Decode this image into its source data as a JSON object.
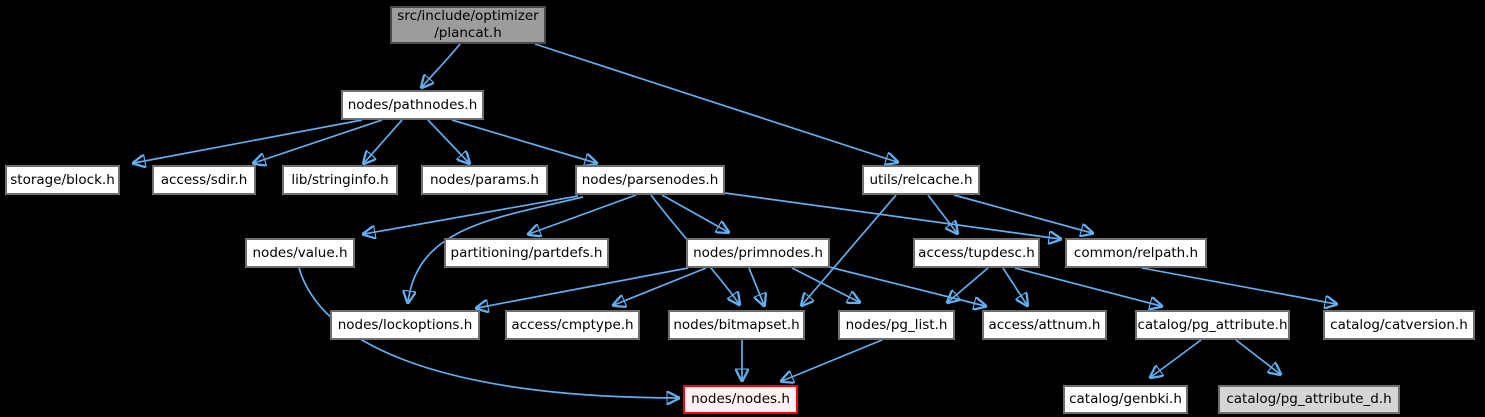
{
  "diagram": {
    "type": "include-dependency-graph",
    "background_color": "#000000",
    "edge_color": "#63aeef",
    "node_default_fill": "#ffffff",
    "node_default_border": "#6e6e6e",
    "root_node_fill": "#9c9c9c",
    "highlight_node_border": "#ff0000",
    "highlight_node_fill": "#fff1f1",
    "generated_node_fill": "#d5d5d5",
    "nodes": {
      "plancat": {
        "line1": "src/include/optimizer",
        "line2": "/plancat.h",
        "style": "root"
      },
      "pathnodes": {
        "label": "nodes/pathnodes.h",
        "style": "default"
      },
      "block": {
        "label": "storage/block.h",
        "style": "default"
      },
      "sdir": {
        "label": "access/sdir.h",
        "style": "default"
      },
      "stringinfo": {
        "label": "lib/stringinfo.h",
        "style": "default"
      },
      "params": {
        "label": "nodes/params.h",
        "style": "default"
      },
      "parsenodes": {
        "label": "nodes/parsenodes.h",
        "style": "default"
      },
      "relcache": {
        "label": "utils/relcache.h",
        "style": "default"
      },
      "value": {
        "label": "nodes/value.h",
        "style": "default"
      },
      "partdefs": {
        "label": "partitioning/partdefs.h",
        "style": "default"
      },
      "primnodes": {
        "label": "nodes/primnodes.h",
        "style": "default"
      },
      "tupdesc": {
        "label": "access/tupdesc.h",
        "style": "default"
      },
      "relpath": {
        "label": "common/relpath.h",
        "style": "default"
      },
      "lockoptions": {
        "label": "nodes/lockoptions.h",
        "style": "default"
      },
      "cmptype": {
        "label": "access/cmptype.h",
        "style": "default"
      },
      "bitmapset": {
        "label": "nodes/bitmapset.h",
        "style": "default"
      },
      "pg_list": {
        "label": "nodes/pg_list.h",
        "style": "default"
      },
      "attnum": {
        "label": "access/attnum.h",
        "style": "default"
      },
      "pg_attribute": {
        "label": "catalog/pg_attribute.h",
        "style": "default"
      },
      "catversion": {
        "label": "catalog/catversion.h",
        "style": "default"
      },
      "nodes_h": {
        "label": "nodes/nodes.h",
        "style": "highlighted"
      },
      "genbki": {
        "label": "catalog/genbki.h",
        "style": "default"
      },
      "pg_attribute_d": {
        "label": "catalog/pg_attribute_d.h",
        "style": "generated"
      }
    },
    "edges": [
      {
        "from": "plancat",
        "to": "pathnodes"
      },
      {
        "from": "plancat",
        "to": "relcache"
      },
      {
        "from": "pathnodes",
        "to": "block"
      },
      {
        "from": "pathnodes",
        "to": "sdir"
      },
      {
        "from": "pathnodes",
        "to": "stringinfo"
      },
      {
        "from": "pathnodes",
        "to": "params"
      },
      {
        "from": "pathnodes",
        "to": "parsenodes"
      },
      {
        "from": "parsenodes",
        "to": "value"
      },
      {
        "from": "parsenodes",
        "to": "partdefs"
      },
      {
        "from": "parsenodes",
        "to": "primnodes"
      },
      {
        "from": "parsenodes",
        "to": "lockoptions"
      },
      {
        "from": "parsenodes",
        "to": "bitmapset"
      },
      {
        "from": "parsenodes",
        "to": "relpath"
      },
      {
        "from": "primnodes",
        "to": "lockoptions"
      },
      {
        "from": "primnodes",
        "to": "cmptype"
      },
      {
        "from": "primnodes",
        "to": "bitmapset"
      },
      {
        "from": "primnodes",
        "to": "pg_list"
      },
      {
        "from": "primnodes",
        "to": "attnum"
      },
      {
        "from": "relcache",
        "to": "tupdesc"
      },
      {
        "from": "relcache",
        "to": "bitmapset"
      },
      {
        "from": "relcache",
        "to": "relpath"
      },
      {
        "from": "tupdesc",
        "to": "pg_list"
      },
      {
        "from": "tupdesc",
        "to": "attnum"
      },
      {
        "from": "tupdesc",
        "to": "pg_attribute"
      },
      {
        "from": "relpath",
        "to": "catversion"
      },
      {
        "from": "value",
        "to": "nodes_h"
      },
      {
        "from": "bitmapset",
        "to": "nodes_h"
      },
      {
        "from": "pg_list",
        "to": "nodes_h"
      },
      {
        "from": "pg_attribute",
        "to": "genbki"
      },
      {
        "from": "pg_attribute",
        "to": "pg_attribute_d"
      }
    ]
  }
}
